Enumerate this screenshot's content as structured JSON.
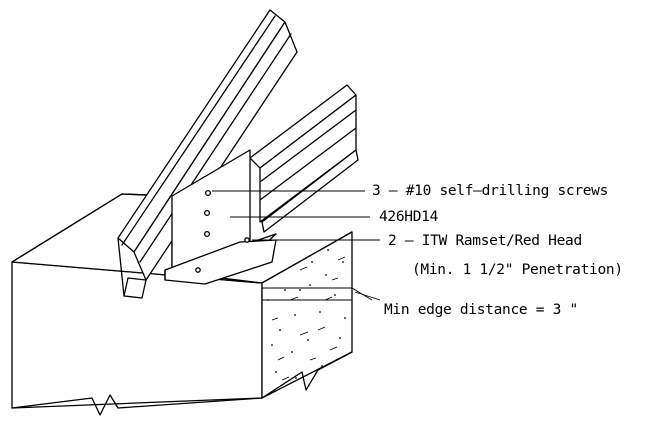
{
  "callouts": {
    "screws": "3 – #10 self–drilling screws",
    "clip": "426HD14",
    "anchors_line1": "2 – ITW Ramset/Red Head",
    "anchors_line2": "(Min. 1 1/2\" Penetration)",
    "edge_distance": "Min edge distance = 3 \""
  },
  "colors": {
    "ink": "#000000",
    "paper": "#ffffff"
  }
}
